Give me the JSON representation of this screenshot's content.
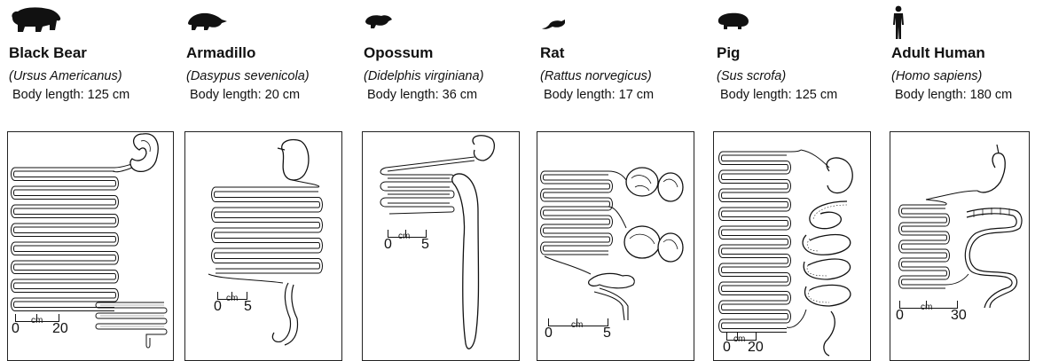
{
  "animals": [
    {
      "id": "bear",
      "name": "Black Bear",
      "scientific": "(Ursus Americanus)",
      "length": "Body length:  125 cm",
      "scale": {
        "start": "0",
        "unit": "cm",
        "end": "20"
      },
      "icon": "bear-silhouette-icon"
    },
    {
      "id": "armadillo",
      "name": "Armadillo",
      "scientific": "(Dasypus sevenicola)",
      "length": "Body length: 20 cm",
      "scale": {
        "start": "0",
        "unit": "cm",
        "end": "5"
      },
      "icon": "armadillo-silhouette-icon"
    },
    {
      "id": "opossum",
      "name": "Opossum",
      "scientific": "(Didelphis virginiana)",
      "length": "Body length: 36 cm",
      "scale": {
        "start": "0",
        "unit": "cm",
        "end": "5"
      },
      "icon": "opossum-silhouette-icon"
    },
    {
      "id": "rat",
      "name": "Rat",
      "scientific": "(Rattus norvegicus)",
      "length": "Body length: 17 cm",
      "scale": {
        "start": "0",
        "unit": "cm",
        "end": "5"
      },
      "icon": "rat-silhouette-icon"
    },
    {
      "id": "pig",
      "name": "Pig",
      "scientific": "(Sus scrofa)",
      "length": "Body length: 125 cm",
      "scale": {
        "start": "0",
        "unit": "cm",
        "end": "20"
      },
      "icon": "pig-silhouette-icon"
    },
    {
      "id": "human",
      "name": "Adult Human",
      "scientific": "(Homo sapiens)",
      "length": "Body length: 180 cm",
      "scale": {
        "start": "0",
        "unit": "cm",
        "end": "30"
      },
      "icon": "human-silhouette-icon"
    }
  ]
}
